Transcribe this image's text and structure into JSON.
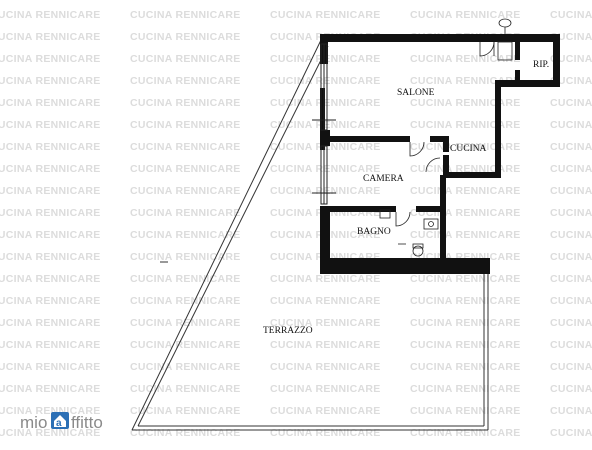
{
  "rooms": {
    "salone": "SALONE",
    "rip": "RIP.",
    "cucina": "CUCINA",
    "camera": "CAMERA",
    "bagno": "BAGNO",
    "terrazzo": "TERRAZZO"
  },
  "watermark": {
    "text": "CUCINA RENNICARE"
  },
  "logo": {
    "text_left": "mio",
    "text_right": "ffitto",
    "accent_color": "#2b6fb5"
  },
  "colors": {
    "wall": "#111111",
    "line": "#333333",
    "watermark": "#dcdcdc"
  }
}
